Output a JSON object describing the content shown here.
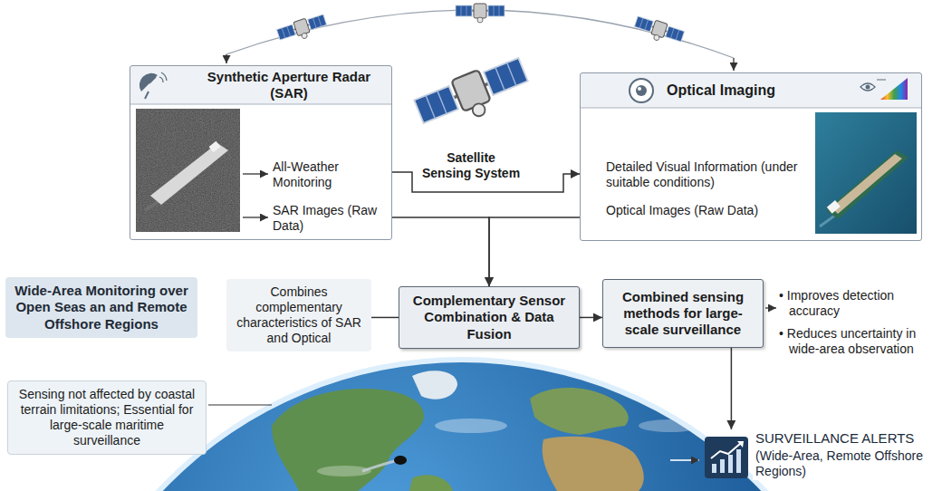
{
  "diagram": {
    "nodes": [
      {
        "text": [
          "Synthetic Aperture Radar (SAR)",
          "All-Weather Monitoring",
          "SAR Images (Raw Data)"
        ]
      },
      {
        "text": [
          "Optical Imaging",
          "Detailed Visual Information (under suitable conditions)",
          "Optical Images (Raw Data)"
        ]
      },
      {
        "text": [
          "Wide-Area Monitoring over Open Seas an and Remote Offshore Regions"
        ]
      },
      {
        "text": [
          "Combines complementary characteristics of SAR and Optical"
        ]
      },
      {
        "text": [
          "Complementary Sensor Combination & Data Fusion"
        ]
      },
      {
        "text": [
          "Combined sensing methods for large-scale surveillance"
        ]
      },
      {
        "text": [
          "Sensing not affected by coastal terrain limitations; Essential for large-scale maritime surveillance"
        ]
      },
      {
        "text": [
          "SURVEILLANCE ALERTS",
          "(Wide-Area, Remote Offshore Regions)"
        ]
      }
    ],
    "edges": [
      {
        "from": 0,
        "to": 1,
        "arrow": "to"
      },
      {
        "from": 0,
        "to": 4,
        "arrow": "to"
      },
      {
        "from": 1,
        "to": 4,
        "arrow": "to"
      },
      {
        "from": 3,
        "to": 4,
        "arrow": "none"
      },
      {
        "from": 4,
        "to": 5,
        "arrow": "to"
      },
      {
        "from": 5,
        "to": 7,
        "arrow": "to"
      }
    ],
    "labels": [
      "Satellite Sensing System",
      "• Improves detection accuracy",
      "• Reduces uncertainty in wide-area observation"
    ]
  }
}
